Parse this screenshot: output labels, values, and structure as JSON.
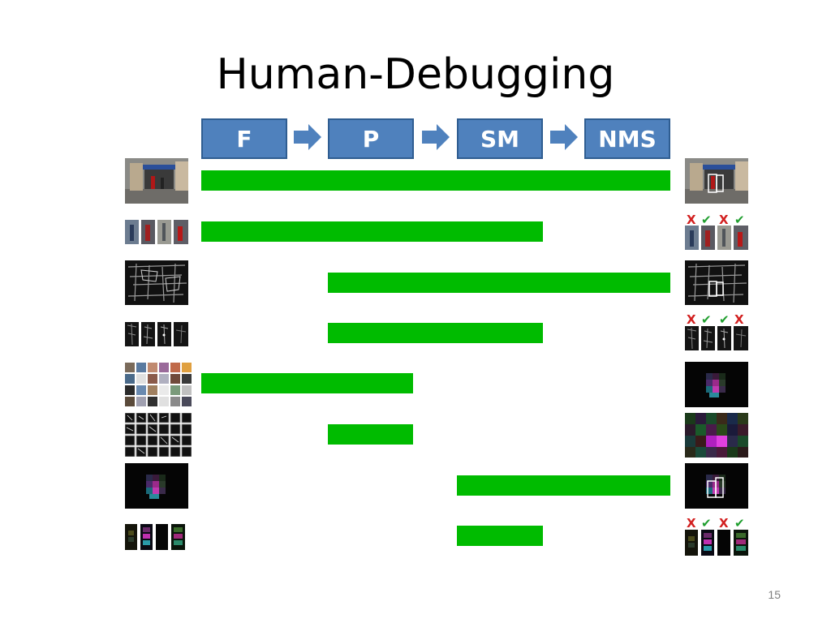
{
  "slide": {
    "title": "Human-Debugging",
    "page_number": "15"
  },
  "pipeline": {
    "stages": [
      "F",
      "P",
      "SM",
      "NMS"
    ]
  },
  "marks": {
    "row2": [
      "X",
      "✔",
      "X",
      "✔"
    ],
    "row4": [
      "X",
      "✔",
      "✔",
      "X"
    ],
    "row8": [
      "X",
      "✔",
      "X",
      "✔"
    ]
  },
  "colors": {
    "stage_fill": "#4f81bd",
    "bar_green": "#00bb00",
    "reject_red": "#d22020",
    "accept_green": "#1f9e2e"
  }
}
